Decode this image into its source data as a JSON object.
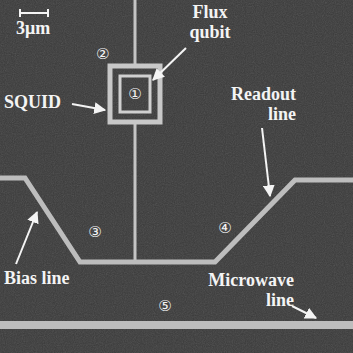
{
  "diagram": {
    "labels": [
      "3μm",
      "Flux qubit",
      "②",
      "SQUID",
      "①",
      "Readout line",
      "③",
      "④",
      "Bias line",
      "Microwave line",
      "⑤"
    ]
  }
}
